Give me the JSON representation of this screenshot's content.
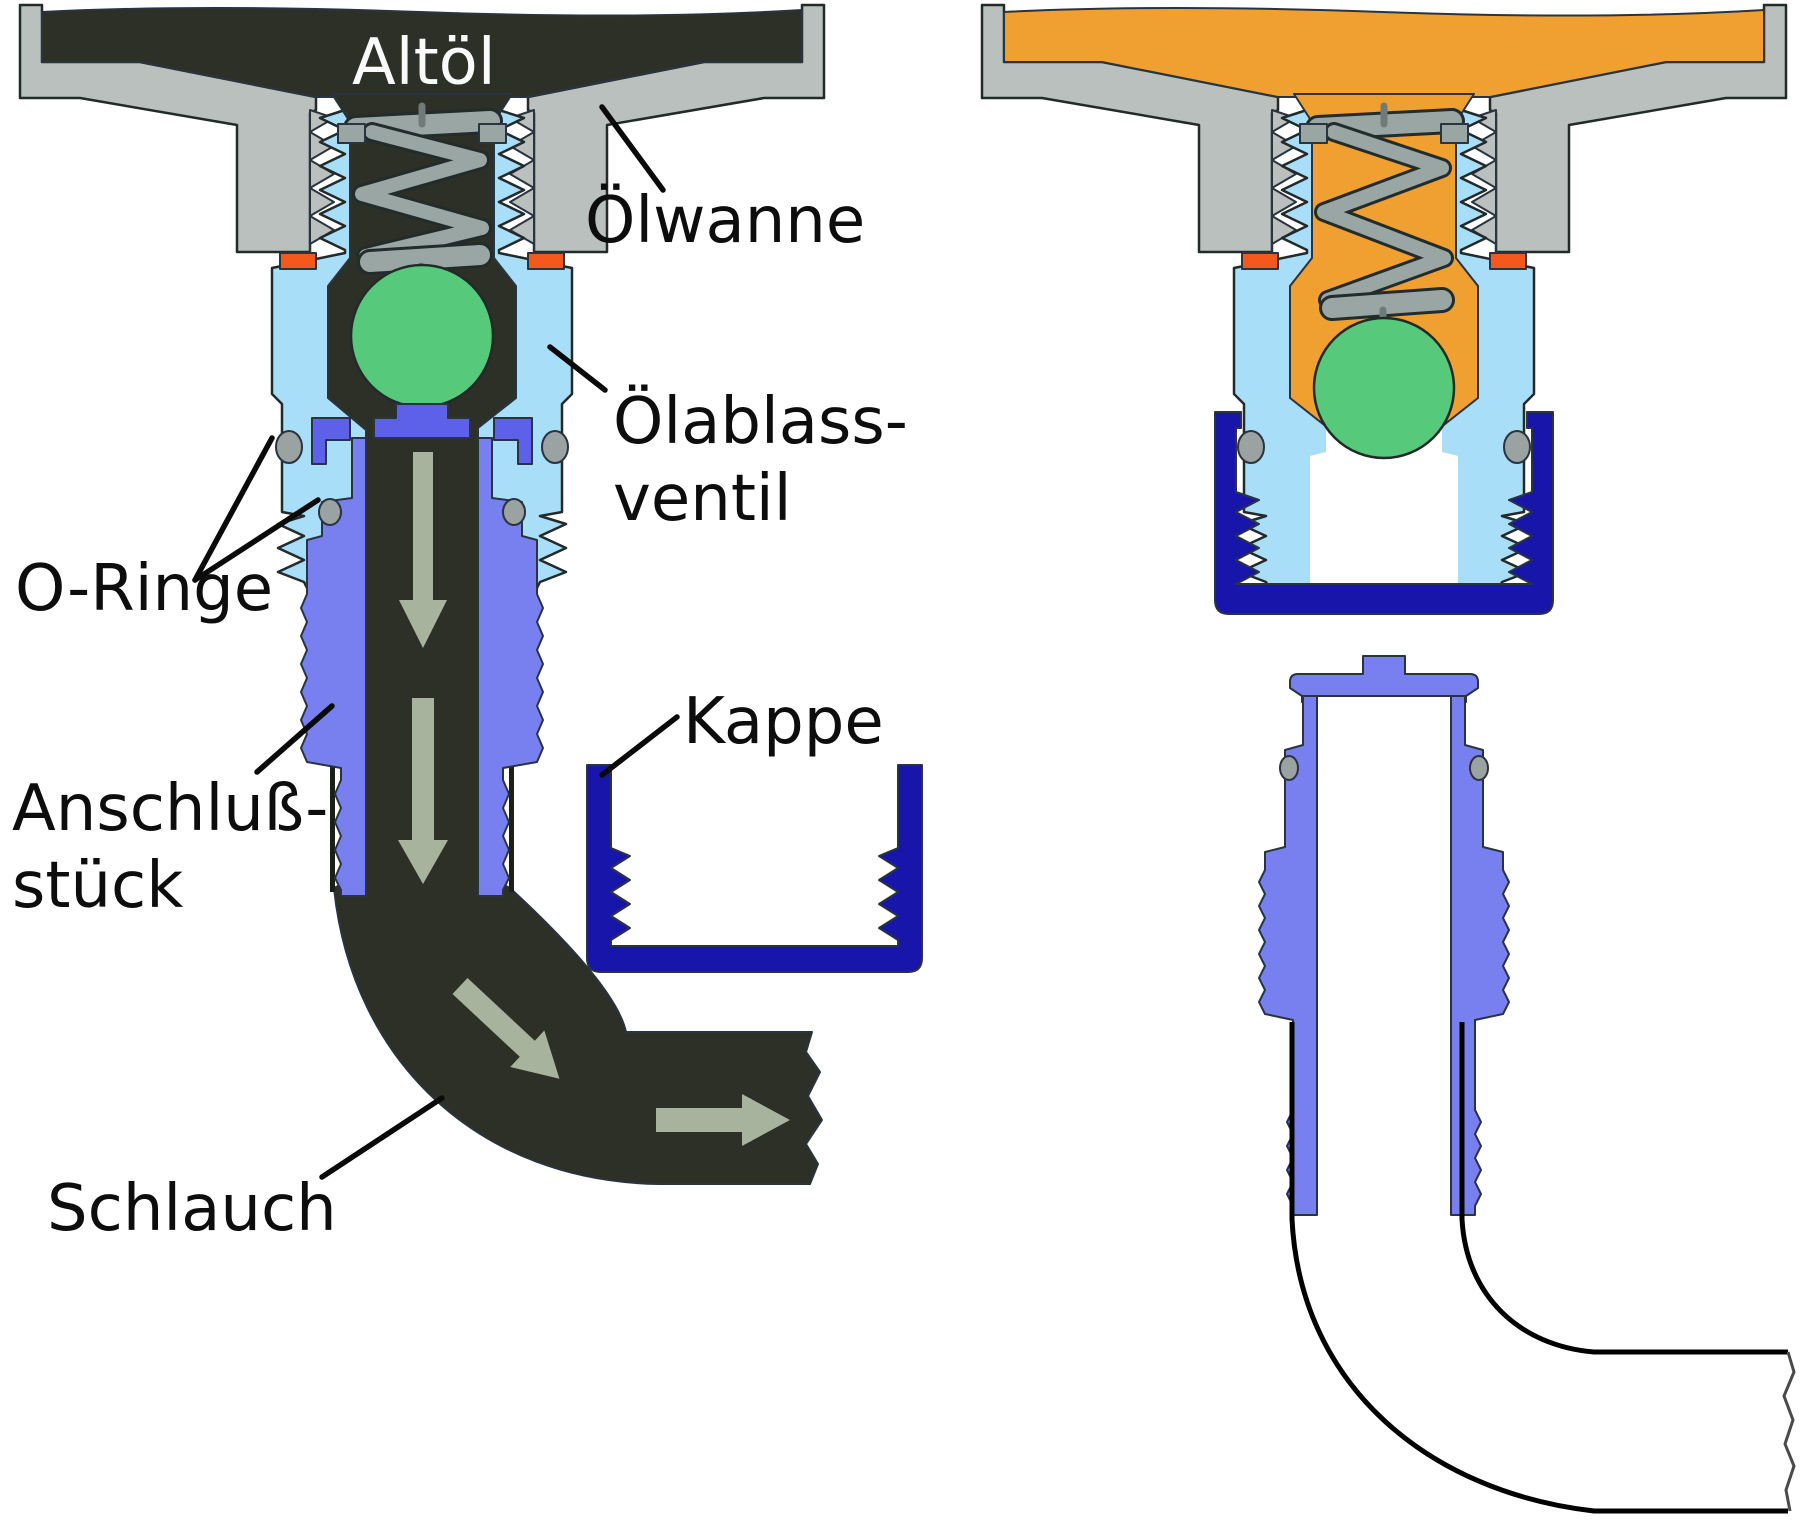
{
  "diagram": {
    "labels": {
      "waste_oil": "Altöl",
      "oil_pan": "Ölwanne",
      "drain_valve_line1": "Ölablass-",
      "drain_valve_line2": "ventil",
      "o_rings": "O-Ringe",
      "connector_line1": "Anschluß-",
      "connector_line2": "stück",
      "cap": "Kappe",
      "hose": "Schlauch"
    },
    "colors": {
      "background": "#ffffff",
      "waste_oil_dark": "#2d3027",
      "fresh_oil_orange": "#f0a031",
      "pan_gray": "#b9c0bd",
      "valve_light_blue": "#a9def8",
      "spring_gray": "#9aa6a4",
      "ball_green": "#57c97b",
      "seal_orange": "#f5581c",
      "connector_periwinkle": "#7780ee",
      "connector_indigo": "#5d60e8",
      "cap_navy": "#1815aa",
      "arrow_graygreen": "#a7b39c",
      "oring_gray": "#9aa3a1",
      "label_dark": "#0d0d0d",
      "label_light": "#fafafa",
      "bore_white": "#ffffff"
    }
  }
}
